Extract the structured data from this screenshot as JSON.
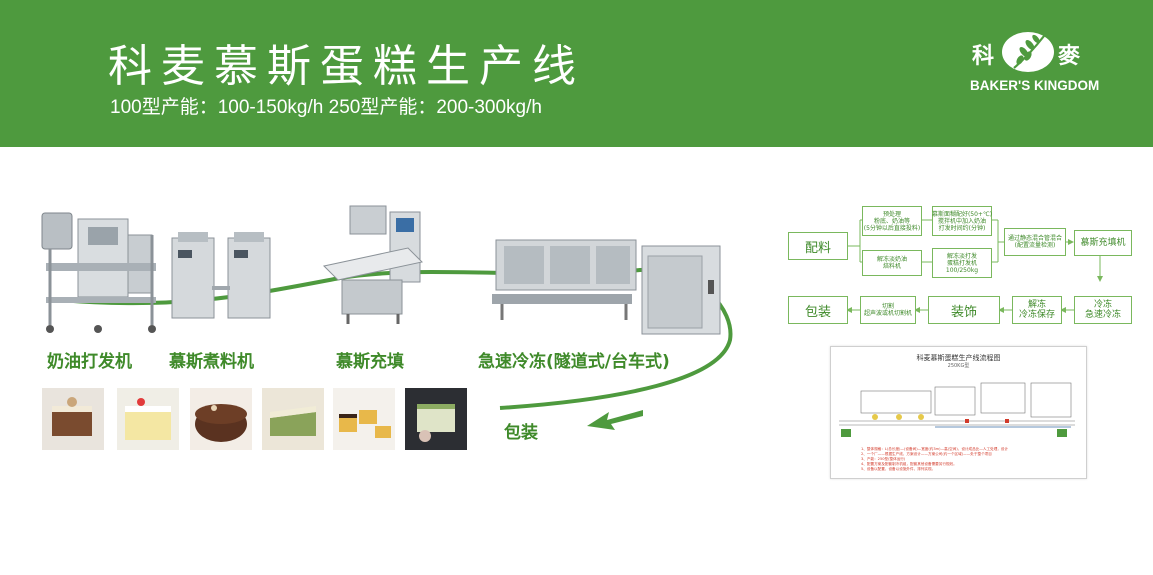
{
  "header": {
    "title": "科麦慕斯蛋糕生产线",
    "subtitle": "100型产能：100-150kg/h  250型产能：200-300kg/h",
    "bg_color": "#4e9a3e"
  },
  "logo": {
    "char_left": "科",
    "char_right": "麥",
    "english": "BAKER'S KINGDOM"
  },
  "machines": [
    {
      "label": "奶油打发机"
    },
    {
      "label": "慕斯煮料机"
    },
    {
      "label": "慕斯充填"
    },
    {
      "label": "急速冷冻(隧道式/台车式)"
    }
  ],
  "packaging_label": "包装",
  "flow": {
    "peiliao": "配料",
    "box_top": "预处理\n粉底、奶油等\n(5分钟以后直接投料)",
    "box_mid_top": "慕斯面糊配好(50+℃)\n搅拌机中加入奶油\n打发时间约(分钟)",
    "box_bottom": "解冻淡奶油\n焙料机",
    "box_mid_bottom": "解冻淡打发\n蛋糕打发机\n100/250kg",
    "box_mix": "通过静态混合管混合\n(配置流量检测)",
    "fill": "慕斯充填机",
    "freeze": "冷冻\n急速冷冻",
    "thaw": "解冻\n冷冻保存",
    "decorate": "装饰",
    "cut": "切割\n超声波或机切割机",
    "package": "包装"
  },
  "diagram": {
    "title": "科麦慕斯蛋糕生产线流程图",
    "subtitle": "250KG型",
    "notes": [
      "1、整体规格：L(总长度)—(设备间)—宽度(约3m)—高(空间)，设计成品比—人工处理，设计",
      "2、一个厂——根据生产线、方案设计——方案公司(约一个区域)——处于整个项目",
      "3、产能：250型(整体运行)",
      "4、配置方案及配套制冷机组，配套其他设备需要另行规划。",
      "5、设备以配置，设备以设施外件，排列实现。"
    ]
  }
}
